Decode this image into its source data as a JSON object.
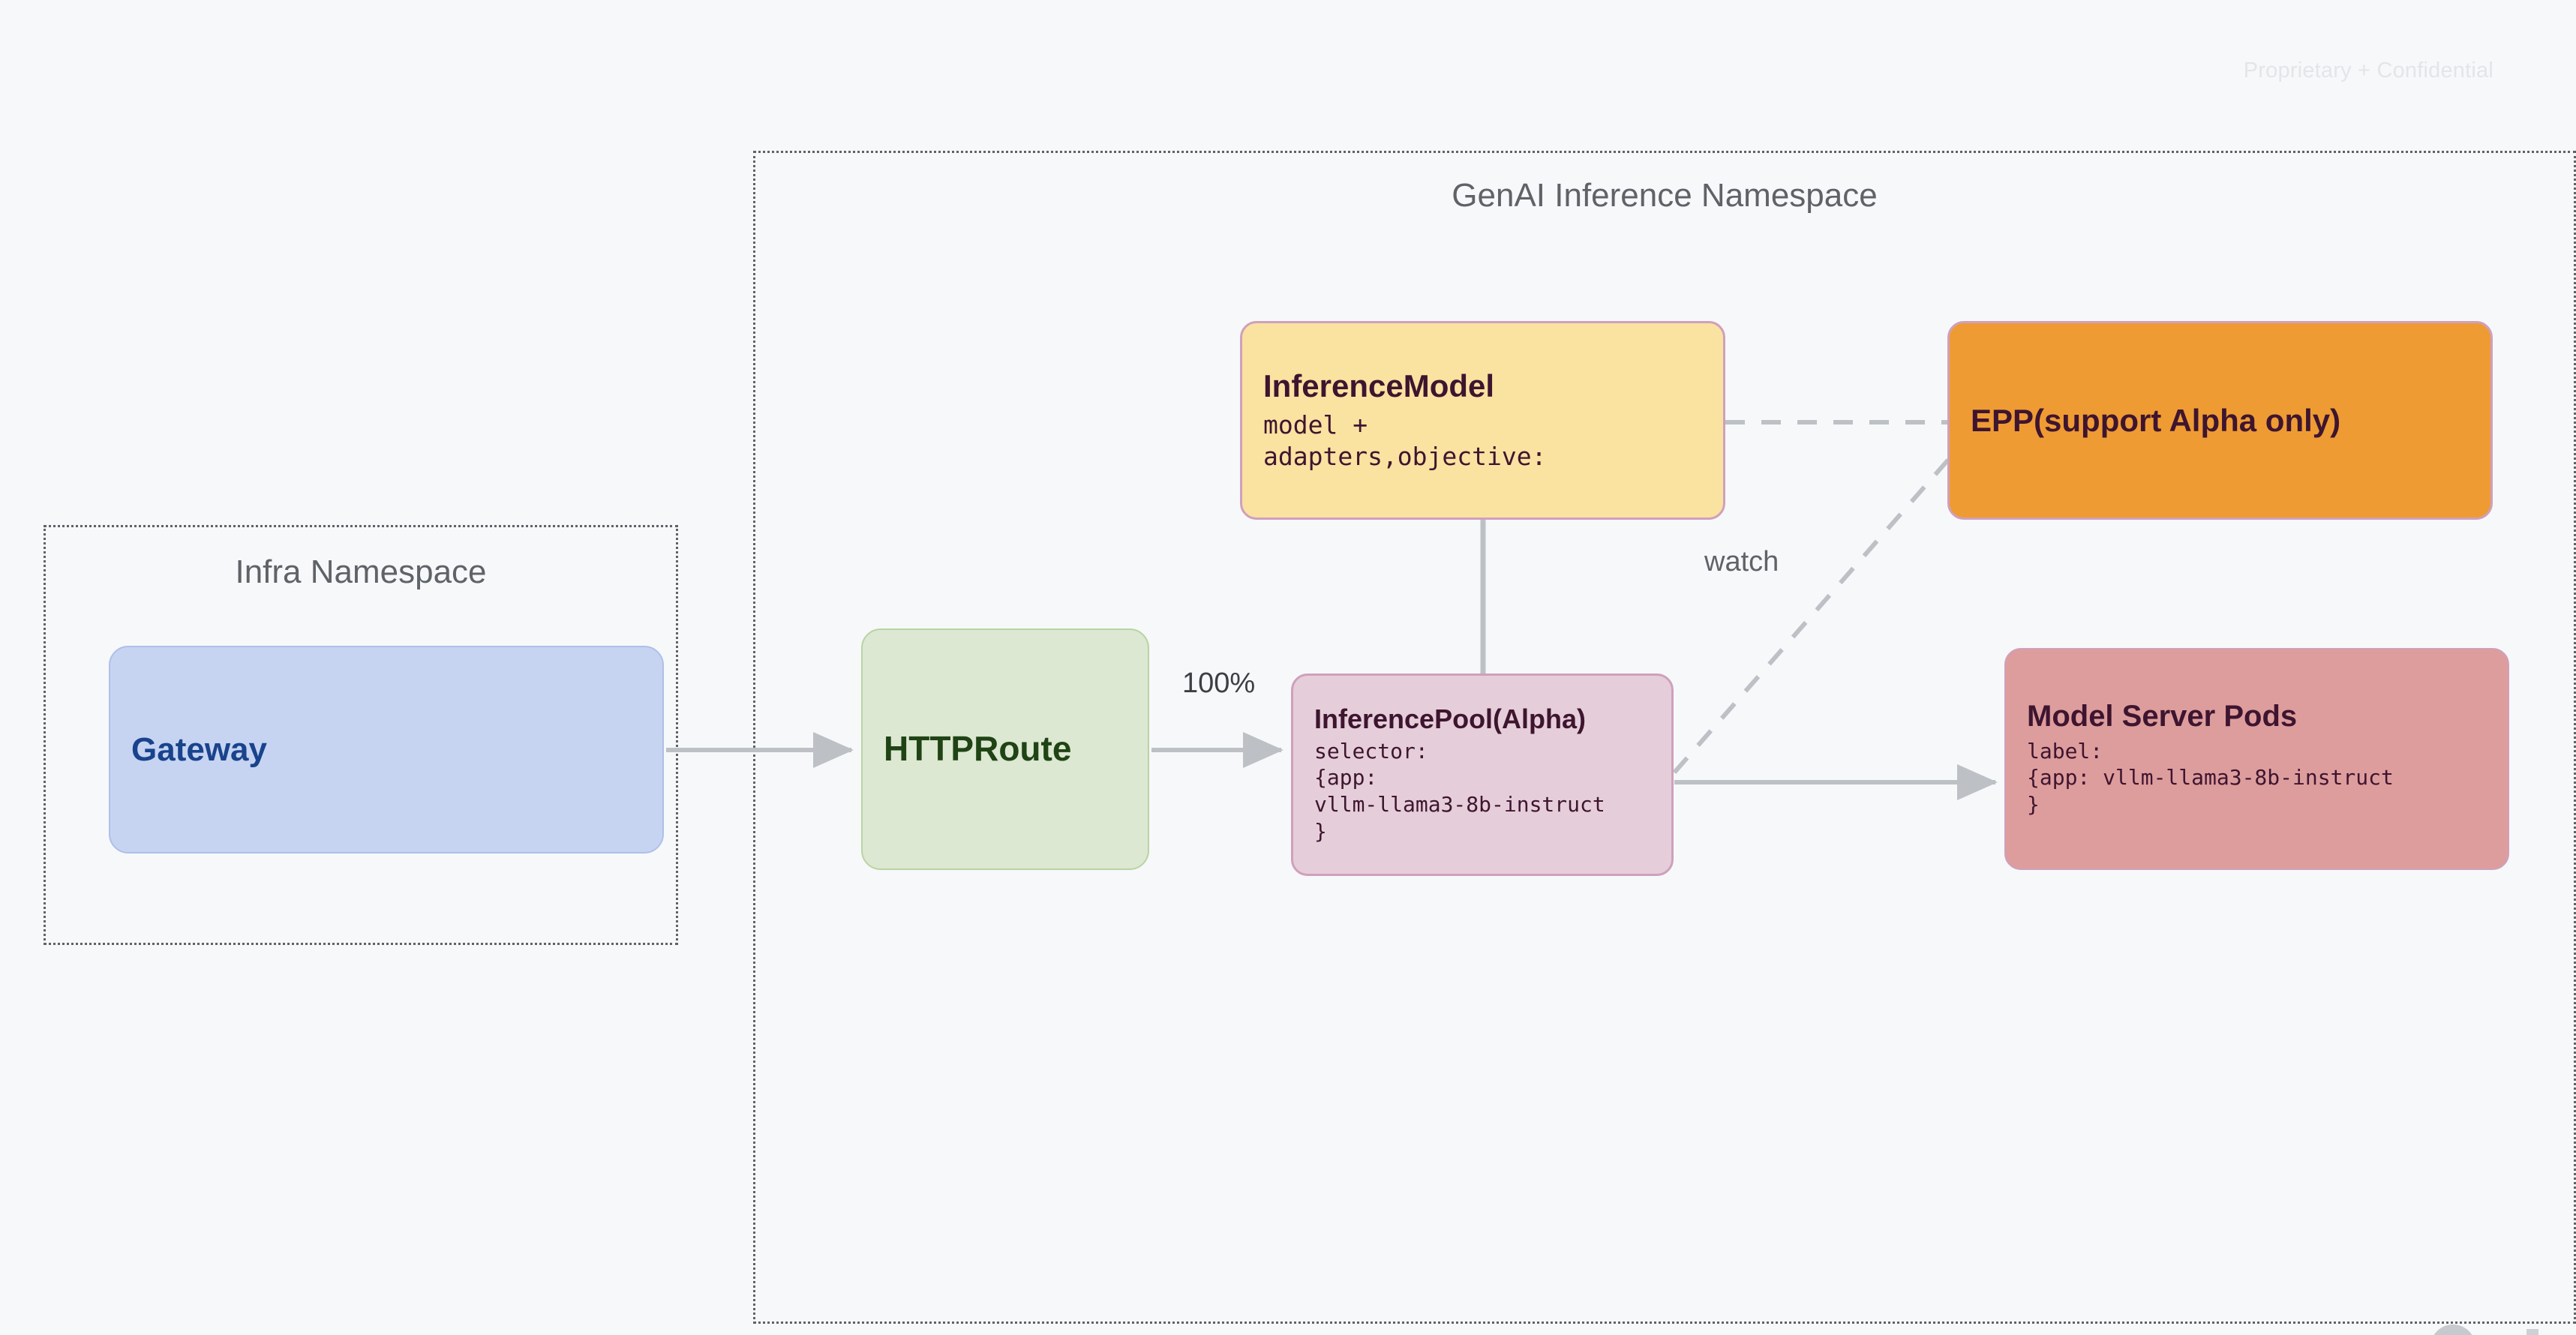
{
  "page": {
    "watermark": "Proprietary + Confidential",
    "background_color": "#F7F8FA"
  },
  "namespaces": [
    {
      "id": "genai",
      "title": "GenAI Inference Namespace",
      "border_style": "dotted",
      "border_color": "#5F6368"
    },
    {
      "id": "infra",
      "title": "Infra Namespace",
      "border_style": "dotted",
      "border_color": "#5F6368"
    }
  ],
  "nodes": {
    "gateway": {
      "title": "Gateway",
      "fill": "#C6D4F2",
      "text_color": "#19438C"
    },
    "httproute": {
      "title": "HTTPRoute",
      "fill": "#DCE8D2",
      "text_color": "#204315"
    },
    "inferencemodel": {
      "title": "InferenceModel",
      "sub": "model +\nadapters,objective:",
      "fill": "#FAE2A1",
      "text_color": "#3E152F"
    },
    "inferencepool": {
      "title": "InferencePool(Alpha)",
      "sub": "selector:\n{app:\nvllm-llama3-8b-instruct\n}",
      "fill": "#E5CEDA",
      "text_color": "#3E152F"
    },
    "epp": {
      "title": "EPP(support Alpha only)",
      "fill": "#EF9B34",
      "text_color": "#3E152F"
    },
    "modelserverpods": {
      "title": "Model Server Pods",
      "sub": "label:\n{app: vllm-llama3-8b-instruct\n}",
      "fill": "#DE9D9D",
      "text_color": "#3E152F"
    }
  },
  "edges": {
    "gateway_to_httproute": {
      "label": "",
      "style": "solid",
      "arrow": true
    },
    "httproute_to_inferencepool": {
      "label": "100%",
      "style": "solid",
      "arrow": true
    },
    "inferencemodel_to_inferencepool": {
      "label": "",
      "style": "solid",
      "arrow": false
    },
    "inferencemodel_to_epp": {
      "label": "",
      "style": "dashed",
      "arrow": false
    },
    "inferencepool_to_epp": {
      "label": "watch",
      "style": "dashed",
      "arrow": false
    },
    "inferencepool_to_modelserverpods": {
      "label": "",
      "style": "solid",
      "arrow": true
    }
  },
  "colors": {
    "edge": "#BDC1C6",
    "namespace_border": "#5F6368",
    "watermark": "#E3E5E8"
  }
}
